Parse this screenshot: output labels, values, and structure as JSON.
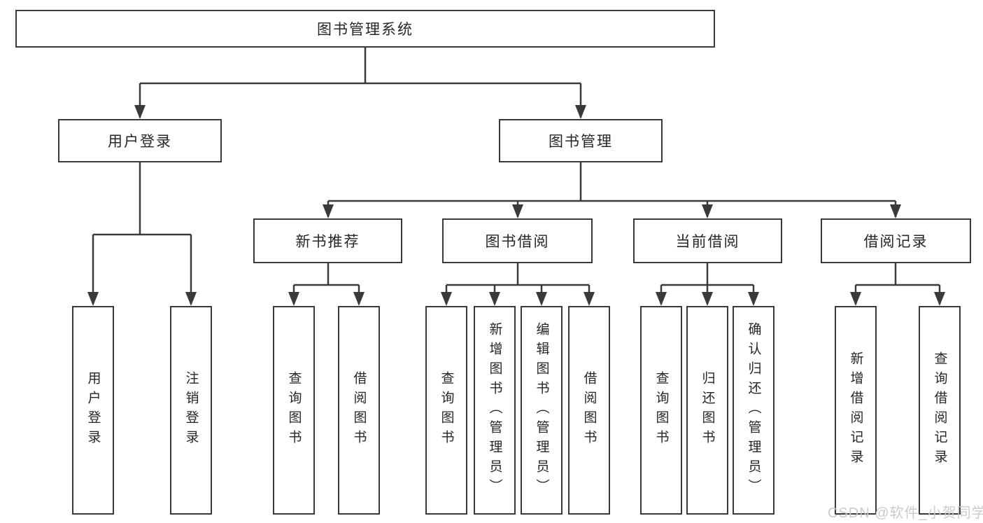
{
  "diagram_title": "图书管理系统",
  "watermark": "CSDN @软件_小贺同学",
  "colors": {
    "line": "#3a3a3a",
    "box_border": "#3a3a3a",
    "text": "#262626",
    "background": "#ffffff",
    "watermark": "#c8c8c8"
  },
  "tree": {
    "root": "图书管理系统",
    "level2": [
      "用户登录",
      "图书管理"
    ],
    "level3": [
      "新书推荐",
      "图书借阅",
      "当前借阅",
      "借阅记录"
    ],
    "leaves": {
      "user_login": [
        "用户登录",
        "注销登录"
      ],
      "new_books": [
        "查询图书",
        "借阅图书"
      ],
      "book_borrow": [
        "查询图书",
        "新增图书（管理员）",
        "编辑图书（管理员）",
        "借阅图书"
      ],
      "current_borrow": [
        "查询图书",
        "归还图书",
        "确认归还（管理员）"
      ],
      "borrow_records": [
        "新增借阅记录",
        "查询借阅记录"
      ]
    }
  }
}
